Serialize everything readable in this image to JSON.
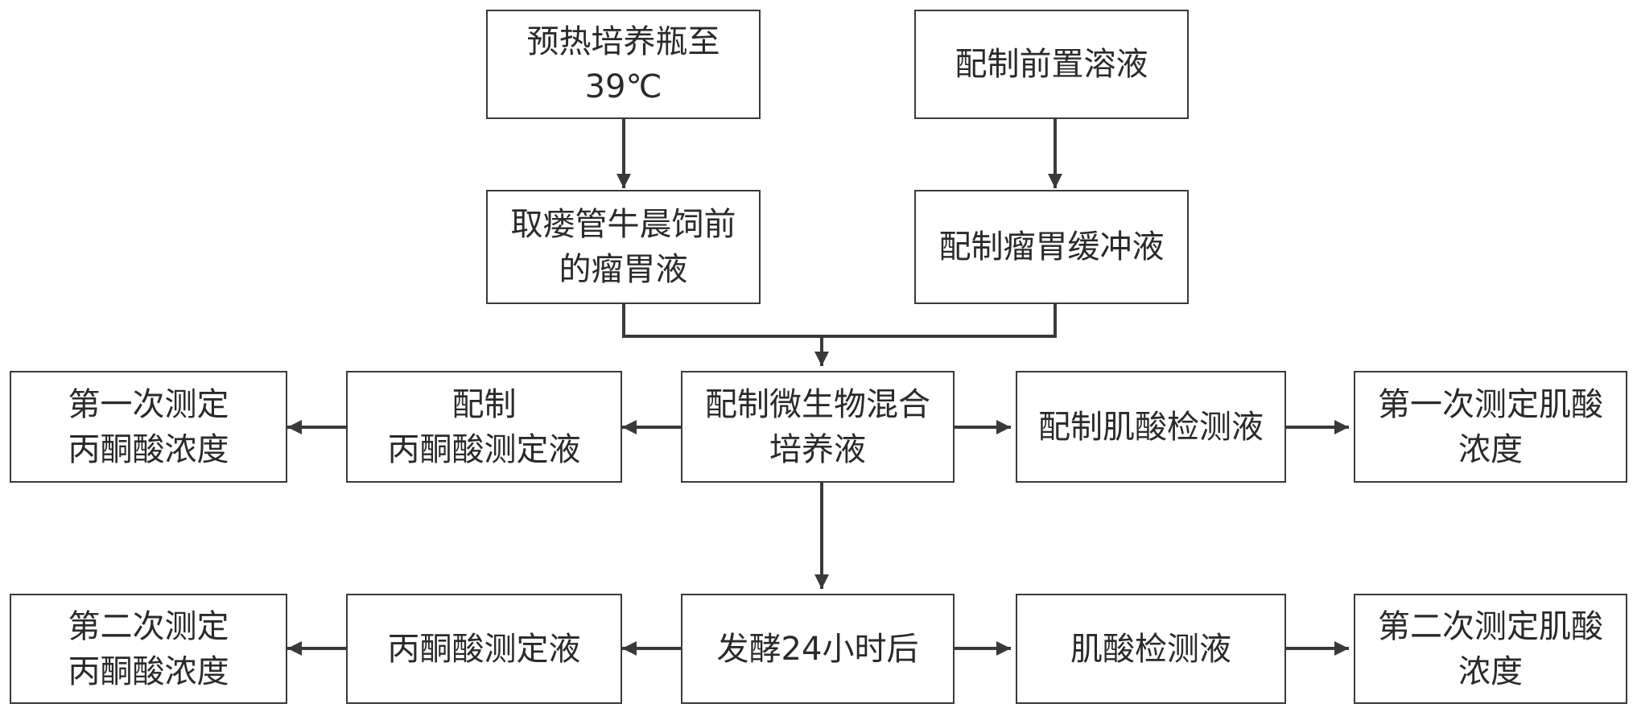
{
  "colors": {
    "line": "#3a3a3a",
    "text": "#2a2a2a",
    "background": "#ffffff"
  },
  "nodes": {
    "preheat": {
      "line1": "预热培养瓶至",
      "line2": "39℃"
    },
    "prep_pre_solution": {
      "line1": "配制前置溶液"
    },
    "take_rumen_fluid": {
      "line1": "取瘘管牛晨饲前",
      "line2": "的瘤胃液"
    },
    "prep_buffer": {
      "line1": "配制瘤胃缓冲液"
    },
    "prep_mixed_culture": {
      "line1": "配制微生物混合",
      "line2": "培养液"
    },
    "prep_pyruvate_solution": {
      "line1": "配制",
      "line2": "丙酮酸测定液"
    },
    "first_pyruvate": {
      "line1": "第一次测定",
      "line2": "丙酮酸浓度"
    },
    "prep_creatinine_solution": {
      "line1": "配制肌酸检测液"
    },
    "first_creatinine": {
      "line1": "第一次测定肌酸",
      "line2": "浓度"
    },
    "ferment": {
      "line1": "发酵24小时后"
    },
    "pyruvate_solution": {
      "line1": "丙酮酸测定液"
    },
    "second_pyruvate": {
      "line1": "第二次测定",
      "line2": "丙酮酸浓度"
    },
    "creatinine_solution": {
      "line1": "肌酸检测液"
    },
    "second_creatinine": {
      "line1": "第二次测定肌酸",
      "line2": "浓度"
    }
  }
}
